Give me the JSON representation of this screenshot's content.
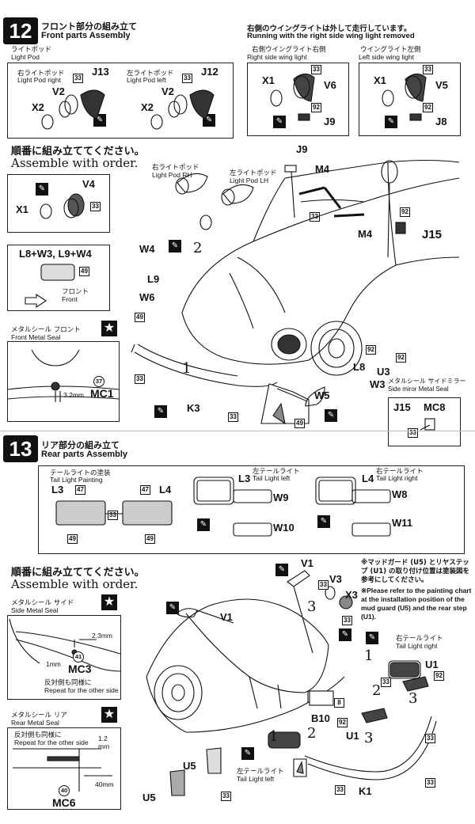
{
  "section12": {
    "number": "12",
    "title_jp": "フロント部分の組み立て",
    "title_en": "Front parts Assembly",
    "light_pod_jp": "ライトポッド",
    "light_pod_en": "Light Pod",
    "pod_right_jp": "右ライトポッド",
    "pod_right_en": "Light Pod right",
    "pod_left_jp": "左ライトポッド",
    "pod_left_en": "Light Pod left",
    "right_wing_note_jp": "右側のウイングライトは外して走行しています。",
    "right_wing_note_en": "Running with the right side wing light removed",
    "right_wing_jp": "右側ウイングライト右側",
    "right_wing_en": "Right side wing light",
    "left_wing_jp": "ウイングライト左側",
    "left_wing_en": "Left side wing light",
    "assemble_jp": "順番に組み立ててください。",
    "assemble_en": "Assemble with order.",
    "pod_rh_jp": "右ライトポッド",
    "pod_rh_en": "Light Pod  RH",
    "pod_lh_jp": "左ライトポッド",
    "pod_lh_en": "Light Pod  LH",
    "l8_w3": "L8+W3, L9+W4",
    "front_jp": "フロント",
    "front_en": "Front",
    "metal_front_jp": "メタルシール フロント",
    "metal_front_en": "Front Metal Seal",
    "mirror_jp": "メタルシール サイドミラー",
    "mirror_en": "Side miror Metal Seal",
    "dim_3_2": "3.2mm",
    "parts": {
      "J13": "J13",
      "J12": "J12",
      "V2a": "V2",
      "V2b": "V2",
      "X2a": "X2",
      "X2b": "X2",
      "X1a": "X1",
      "X1b": "X1",
      "X1c": "X1",
      "V6": "V6",
      "V5": "V5",
      "V4": "V4",
      "J9a": "J9",
      "J9b": "J9",
      "J8": "J8",
      "M4a": "M4",
      "M4b": "M4",
      "J15a": "J15",
      "J15b": "J15",
      "MC8": "MC8",
      "W4": "W4",
      "L9": "L9",
      "W6": "W6",
      "MC1": "MC1",
      "K3": "K3",
      "W5": "W5",
      "L8": "L8",
      "W3": "W3",
      "U3": "U3"
    },
    "nums": {
      "n33": "33",
      "n92": "92",
      "n49": "49",
      "n37": "37"
    },
    "steps": {
      "one": "1",
      "two": "2"
    }
  },
  "section13": {
    "number": "13",
    "title_jp": "リア部分の組み立て",
    "title_en": "Rear parts Assembly",
    "tail_paint_jp": "テールライトの塗装",
    "tail_paint_en": "Tail Light Painting",
    "tail_left_jp": "左テールライト",
    "tail_left_en": "Tail Light  left",
    "tail_right_jp": "右テールライト",
    "tail_right_en": "Tail Light  right",
    "assemble_jp": "順番に組み立ててください。",
    "assemble_en": "Assemble with order.",
    "side_seal_jp": "メタルシール サイド",
    "side_seal_en": "Side Metal Seal",
    "repeat_jp": "反対側も同様に",
    "repeat_en": "Repeat for the other side",
    "rear_seal_jp": "メタルシール リア",
    "rear_seal_en": "Rear Metal Seal",
    "note_jp": "※マッドガード (U5) とリヤステップ (U1) の取り付け位置は塗装図を参考にしてください。",
    "note_en": "※Please refer to the painting chart at the installation position of the mud guard (U5) and the rear step (U1).",
    "dim_2_3": "2.3mm",
    "dim_1": "1mm",
    "dim_1_2": "1.2 mm",
    "dim_40": "40mm",
    "parts": {
      "L3a": "L3",
      "L4a": "L4",
      "L3b": "L3",
      "L4b": "L4",
      "W9": "W9",
      "W8": "W8",
      "W10": "W10",
      "W11": "W11",
      "V1a": "V1",
      "V1b": "V1",
      "V3": "V3",
      "X3": "X3",
      "MC3": "MC3",
      "MC6": "MC6",
      "B10": "B10",
      "U1a": "U1",
      "U1b": "U1",
      "U5a": "U5",
      "U5b": "U5",
      "K1": "K1"
    },
    "nums": {
      "n47": "47",
      "n33": "33",
      "n49": "49",
      "n8": "8",
      "n92": "92",
      "n41": "41",
      "n40": "40"
    },
    "steps": {
      "one": "1",
      "two": "2",
      "three": "3"
    }
  },
  "icons": {
    "glue": "glue-icon",
    "star": "star-icon",
    "arrow": "arrow-left-icon"
  }
}
